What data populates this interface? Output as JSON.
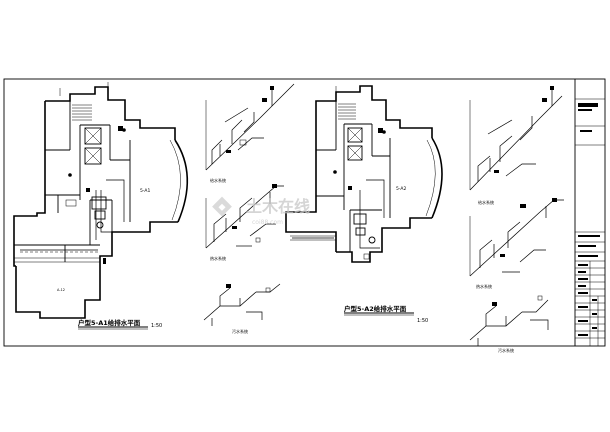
{
  "drawing": {
    "plan_titles": {
      "left": "户型5-A1给排水平面",
      "right": "户型5-A2给排水平面"
    },
    "scales": {
      "left": "1:50",
      "right": "1:50"
    },
    "room_labels": {
      "left_tag": "5-A1",
      "right_tag": "5-A2",
      "left_lower_tag": "A-12"
    },
    "system_labels": {
      "s1": "给水系统",
      "s2": "热水系统",
      "s3": "污水系统",
      "s4": "给水系统",
      "s5": "热水系统",
      "s6": "污水系统"
    }
  },
  "watermark": {
    "text": "土木在线",
    "sub": "coi88.com"
  },
  "title_block": {
    "rows": [
      "",
      "",
      "",
      "",
      "",
      "",
      "",
      "",
      "",
      "",
      "",
      "",
      "",
      "",
      "",
      "",
      "",
      "",
      "",
      "",
      "",
      ""
    ]
  }
}
